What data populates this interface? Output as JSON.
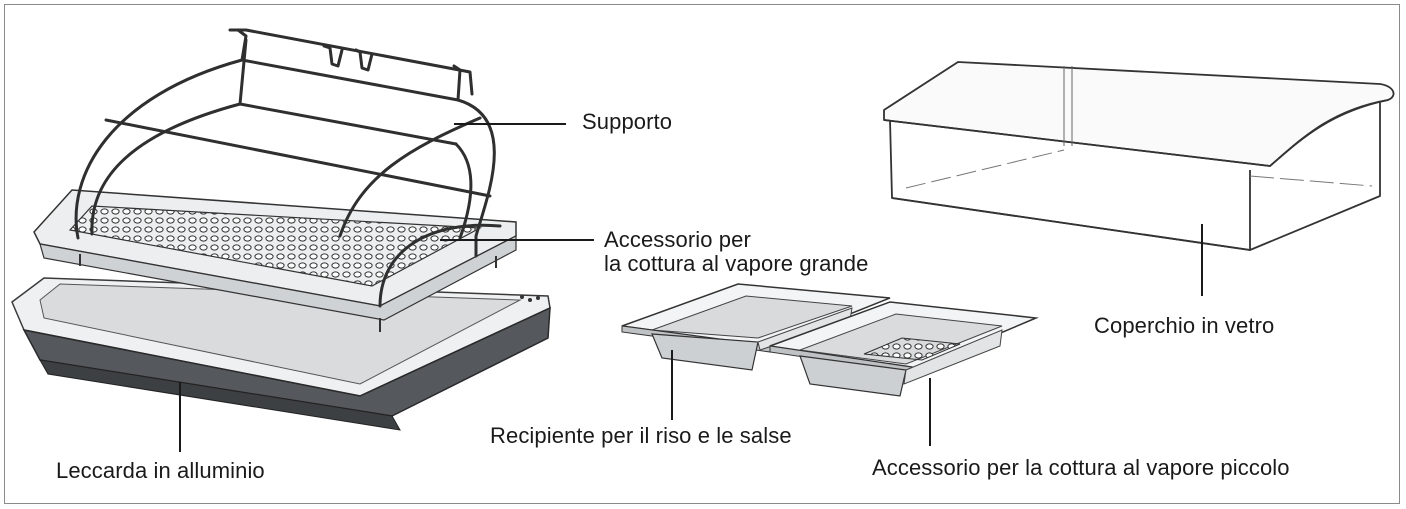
{
  "labels": {
    "supporto": "Supporto",
    "accessorio_grande_line1": "Accessorio per",
    "accessorio_grande_line2": "la cottura al vapore grande",
    "leccarda": "Leccarda in alluminio",
    "recipiente": "Recipiente per il riso e le salse",
    "accessorio_piccolo": "Accessorio per la cottura al vapore piccolo",
    "coperchio": "Coperchio in vetro"
  },
  "colors": {
    "line": "#3a3a3a",
    "tray_dark": "#5a5d60",
    "tray_light": "#e4e6e8",
    "pan_fill": "#dcdee0",
    "border": "#8a8a8a"
  }
}
